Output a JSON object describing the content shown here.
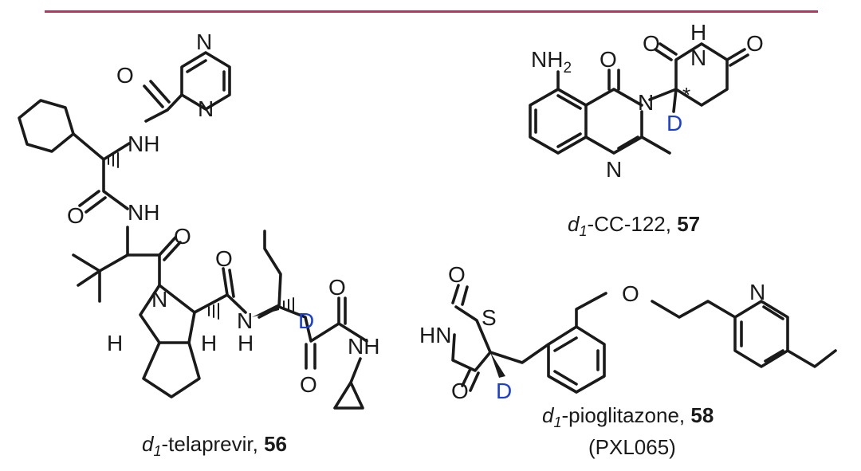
{
  "colors": {
    "rule": "#b0395e",
    "ink": "#1a1a1a",
    "deuterium": "#1a3fd6"
  },
  "atoms": {
    "N": "N",
    "O": "O",
    "S": "S",
    "H": "H",
    "NH": "NH",
    "HN": "HN",
    "D": "D",
    "NH2": "NH",
    "two": "2",
    "star": "*"
  },
  "compounds": [
    {
      "prefix": "d",
      "sub": "1",
      "name": "-telaprevir, ",
      "number": "56"
    },
    {
      "prefix": "d",
      "sub": "1",
      "name": "-CC-122, ",
      "number": "57"
    },
    {
      "prefix": "d",
      "sub": "1",
      "name": "-pioglitazone, ",
      "number": "58",
      "code": "(PXL065)"
    }
  ]
}
